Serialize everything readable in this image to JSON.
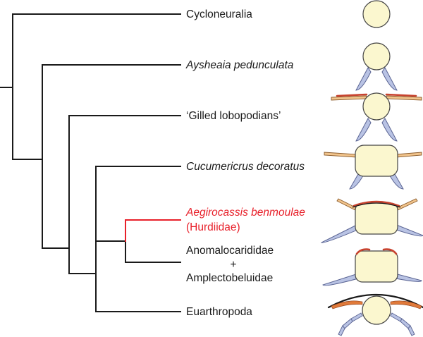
{
  "taxa": {
    "cycloneuralia": "Cycloneuralia",
    "aysheaia": "Aysheaia pedunculata",
    "gilled": "‘Gilled lobopodians’",
    "cucumericrus": "Cucumericrus decoratus",
    "aegirocassis_line1": "Aegirocassis benmoulae",
    "aegirocassis_line2": "(Hurdiidae)",
    "anomalo_line1": "Anomalocarididae",
    "anomalo_plus": "+",
    "anomalo_line2": "Amplectobeluidae",
    "euarthropoda": "Euarthropoda"
  },
  "colors": {
    "highlight": "#e8202a",
    "body": "#fbf7cf",
    "lobopod": "#b9c3e4",
    "gill": "#f1c48c",
    "flap": "#c8432f"
  },
  "icons": [
    "cycloneuralia-body-icon",
    "aysheaia-body-icon",
    "gilled-lobopodian-body-icon",
    "cucumericrus-body-icon",
    "aegirocassis-body-icon",
    "anomalocaridid-body-icon",
    "euarthropod-body-icon"
  ]
}
